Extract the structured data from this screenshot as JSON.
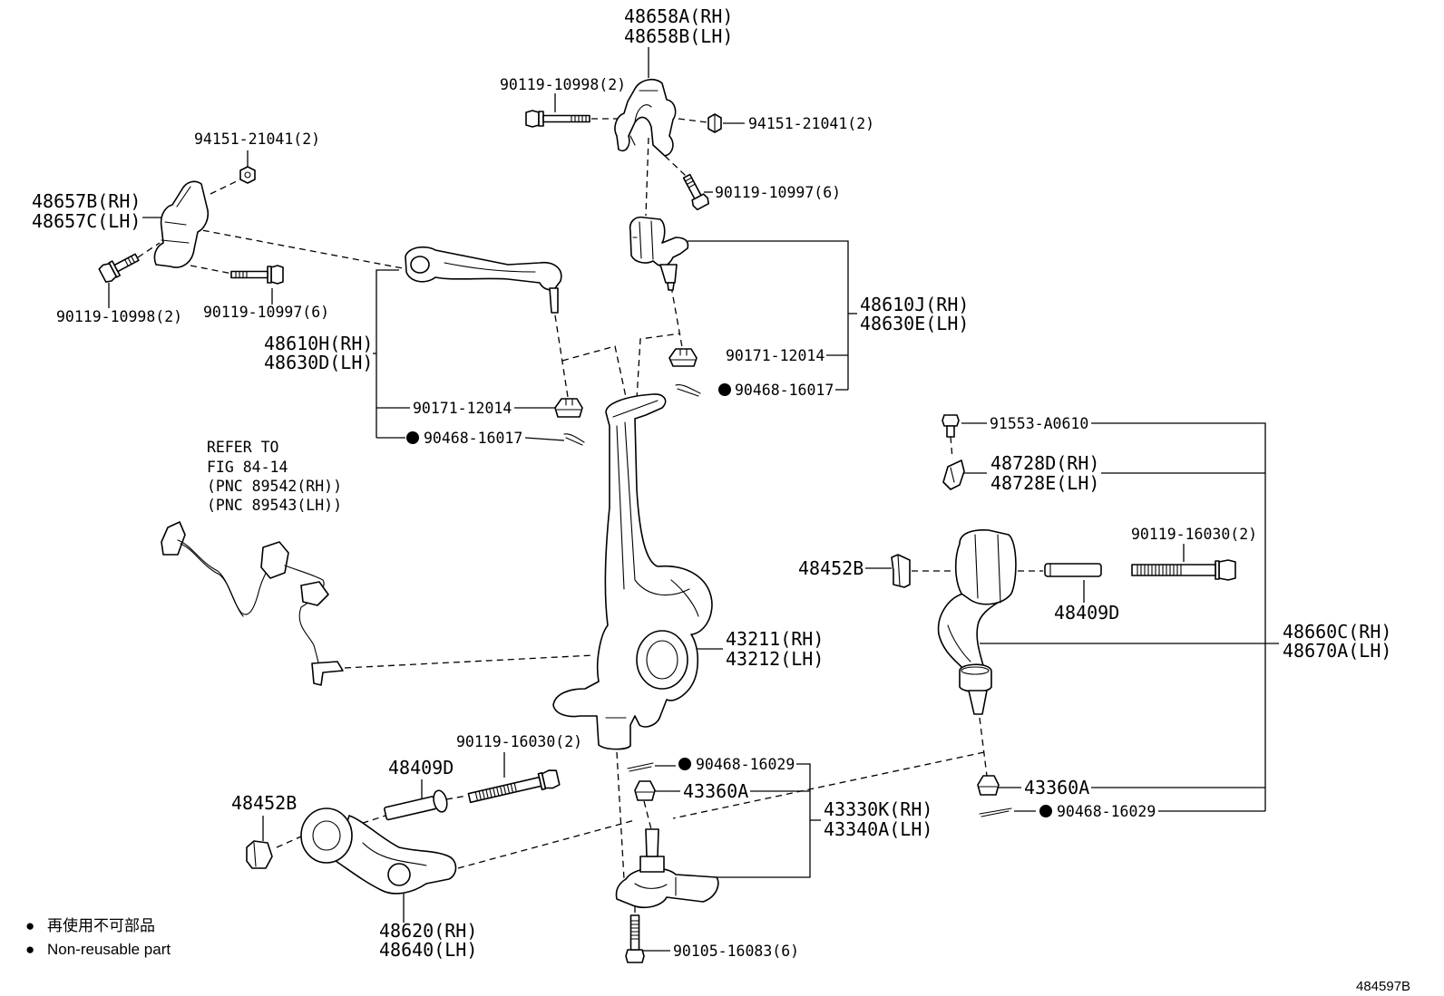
{
  "figure_id": "484597B",
  "refer_note": [
    "REFER TO",
    "FIG 84-14",
    "(PNC 89542(RH))",
    "(PNC 89543(LH))"
  ],
  "legend": {
    "symbol": "●",
    "items": [
      "再使用不可部品",
      "Non-reusable part"
    ]
  },
  "callouts": {
    "upper_support": [
      "48658A(RH)",
      "48658B(LH)"
    ],
    "upper_support_bolt": "90119-10998(2)",
    "upper_support_nut": "94151-21041(2)",
    "upper_support_bolt_2": "90119-10997(6)",
    "front_bracket": [
      "48657B(RH)",
      "48657C(LH)"
    ],
    "front_bracket_nut": "94151-21041(2)",
    "front_bracket_bolt": "90119-10998(2)",
    "front_bracket_bolt_2": "90119-10997(6)",
    "upper_arm_rear": [
      "48610J(RH)",
      "48630E(LH)"
    ],
    "upper_arm_rear_nut": "90171-12014",
    "upper_arm_rear_pin": "90468-16017",
    "upper_arm_front": [
      "48610H(RH)",
      "48630D(LH)"
    ],
    "upper_arm_front_nut": "90171-12014",
    "upper_arm_front_pin": "90468-16017",
    "knuckle": [
      "43211(RH)",
      "43212(LH)"
    ],
    "lower_arm_rear": [
      "48660C(RH)",
      "48670A(LH)"
    ],
    "lower_arm_rear_bolt_small": "91553-A0610",
    "lower_arm_rear_bracket": [
      "48728D(RH)",
      "48728E(LH)"
    ],
    "lower_arm_rear_stopper": "48452B",
    "lower_arm_rear_sleeve": "48409D",
    "lower_arm_rear_bolt": "90119-16030(2)",
    "lower_arm_rear_nut": "43360A",
    "lower_arm_rear_pin": "90468-16029",
    "ball_joint": [
      "43330K(RH)",
      "43340A(LH)"
    ],
    "ball_joint_nut": "43360A",
    "ball_joint_pin": "90468-16029",
    "ball_joint_bolt": "90105-16083(6)",
    "lower_arm_front": [
      "48620(RH)",
      "48640(LH)"
    ],
    "lower_arm_front_stopper": "48452B",
    "lower_arm_front_sleeve": "48409D",
    "lower_arm_front_bolt": "90119-16030(2)"
  }
}
